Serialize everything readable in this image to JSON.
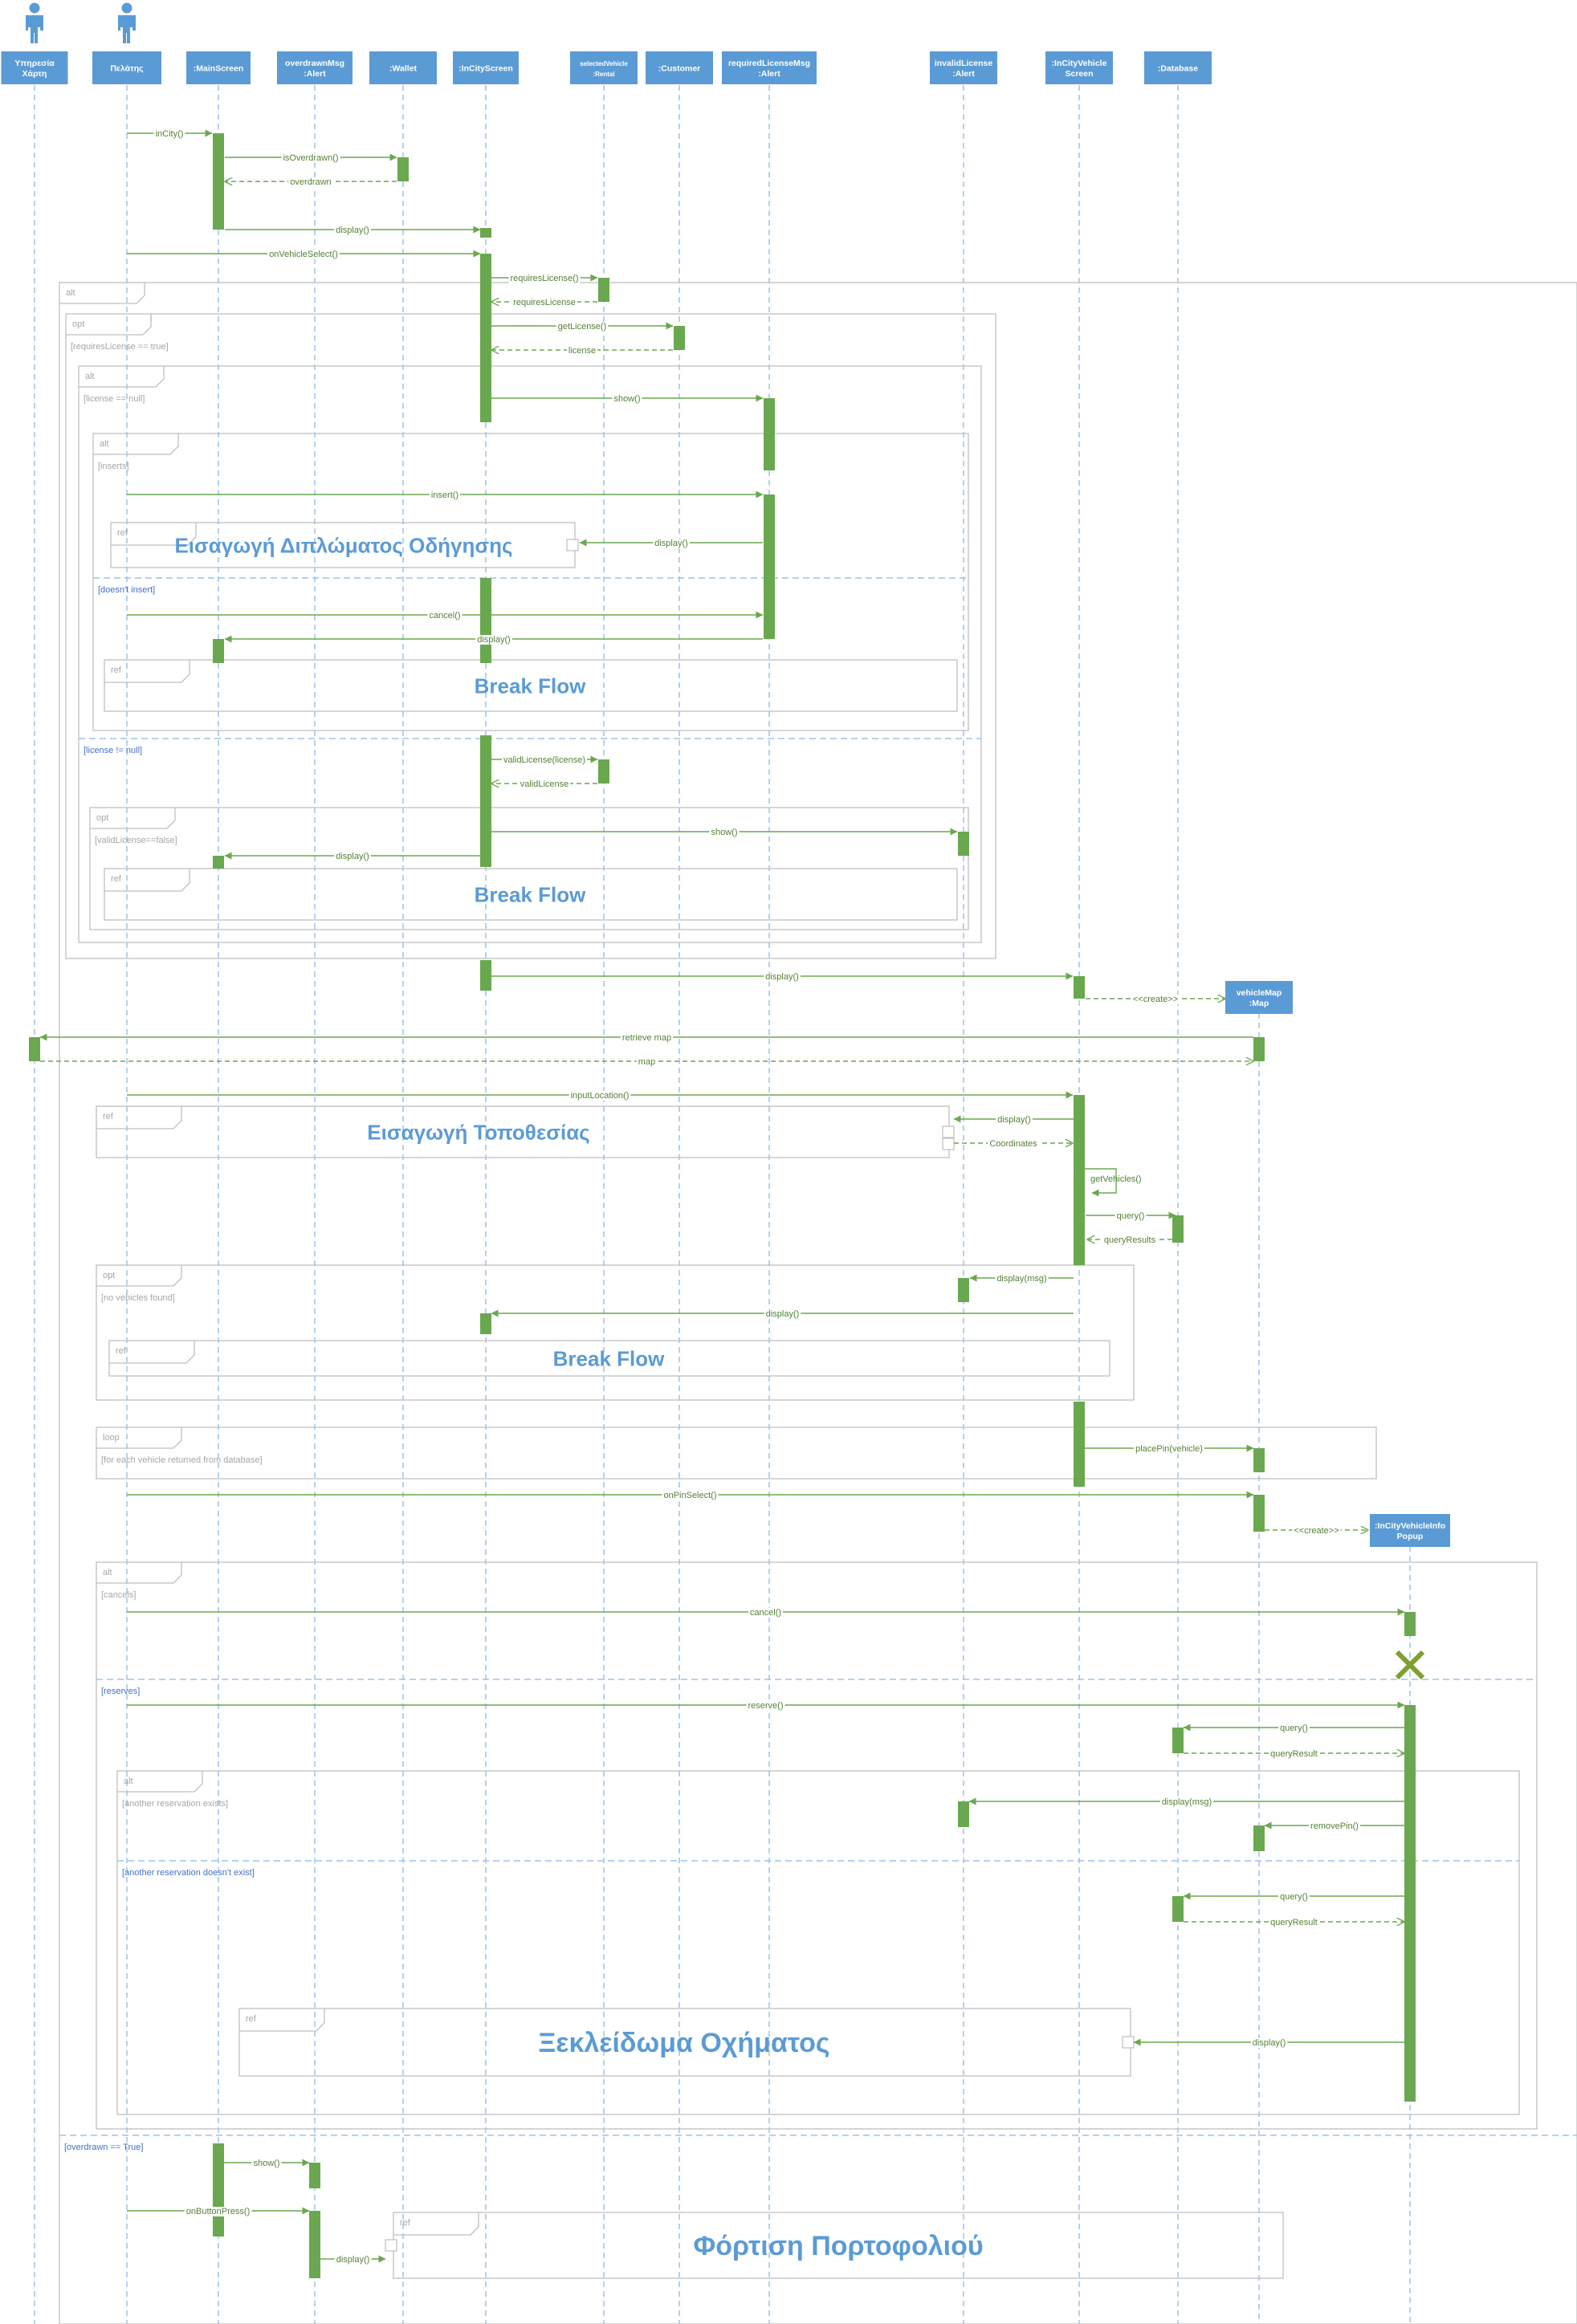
{
  "colors": {
    "header_fill": "#5b9bd5",
    "header_text": "#ffffff",
    "lifeline": "#9dc3e6",
    "activation": "#6aa84f",
    "message": "#6aa84f",
    "message_text": "#548235",
    "frame_border": "#bfbfbf",
    "frame_tag_text": "#a6a6a6",
    "guard_text": "#4472c4",
    "ref_text": "#5b9bd5",
    "destroy": "#7f9f2f"
  },
  "participants": [
    {
      "id": "map_service",
      "label": "Υπηρεσία\nΧάρτη",
      "actor": true
    },
    {
      "id": "customer_actor",
      "label": "Πελάτης",
      "actor": true
    },
    {
      "id": "main_screen",
      "label": ":MainScreen"
    },
    {
      "id": "overdrawn_msg",
      "label": "overdrawnMsg\n:Alert"
    },
    {
      "id": "wallet",
      "label": ":Wallet"
    },
    {
      "id": "in_city_screen",
      "label": ":InCityScreen"
    },
    {
      "id": "selected_vehicle",
      "label": "selectedVehicle\n:Rental"
    },
    {
      "id": "customer",
      "label": ":Customer"
    },
    {
      "id": "required_license_msg",
      "label": "requiredLicenseMsg\n:Alert"
    },
    {
      "id": "invalid_license",
      "label": "invalidLicense\n:Alert"
    },
    {
      "id": "in_city_vehicle_screen",
      "label": ":InCityVehicle\nScreen"
    },
    {
      "id": "database",
      "label": ":Database"
    },
    {
      "id": "vehicle_map",
      "label": "vehicleMap\n:Map"
    },
    {
      "id": "vehicle_info_popup",
      "label": ":InCityVehicleInfo\nPopup"
    }
  ],
  "fragments": {
    "alt_tag": "alt",
    "opt_tag": "opt",
    "loop_tag": "loop",
    "ref_tag": "ref",
    "guard_requires_license": "[requiresLicense == true]",
    "guard_license_null": "[license == null]",
    "guard_inserts": "[inserts]",
    "guard_doesnt_insert": "[doesn't insert]",
    "guard_license_not_null": "[license != null]",
    "guard_valid_license_false": "[validLicense==false]",
    "guard_no_vehicles": "[no vehicles found]",
    "guard_for_each_vehicle": "[for each vehicle returned from database]",
    "guard_cancels": "[cancels]",
    "guard_reserves": "[reserves]",
    "guard_another_exists": "[another reservation exists]",
    "guard_another_not_exists": "[another reservation doesn't exist]",
    "guard_overdrawn_true": "[overdrawn == True]"
  },
  "refs": {
    "license_input": "Εισαγωγή Διπλώματος Οδήγησης",
    "break_flow": "Break Flow",
    "location_input": "Εισαγωγή Τοποθεσίας",
    "vehicle_unlock": "Ξεκλείδωμα Οχήματος",
    "wallet_charge": "Φόρτιση Πορτοφολιού"
  },
  "messages": {
    "in_city": "inCity()",
    "is_overdrawn": "isOverdrawn()",
    "overdrawn": "overdrawn",
    "display": "display()",
    "on_vehicle_select": "onVehicleSelect()",
    "requires_license_call": "requiresLicense()",
    "requires_license_ret": "requiresLicense",
    "get_license": "getLicense()",
    "license": "license",
    "show": "show()",
    "insert": "insert()",
    "cancel": "cancel()",
    "valid_license_call": "validLicense(license)",
    "valid_license_ret": "validLicense",
    "create": "<<create>>",
    "retrieve_map": "retrieve map",
    "map": "map",
    "input_location": "inputLocation()",
    "coordinates": "Coordinates",
    "get_vehicles": "getVehicles()",
    "query": "query()",
    "query_results": "queryResults",
    "display_msg": "display(msg)",
    "place_pin": "placePin(vehicle)",
    "on_pin_select": "onPinSelect()",
    "reserve": "reserve()",
    "query_result": "queryResult",
    "remove_pin": "removePin()",
    "on_button_press": "onButtonPress()"
  }
}
